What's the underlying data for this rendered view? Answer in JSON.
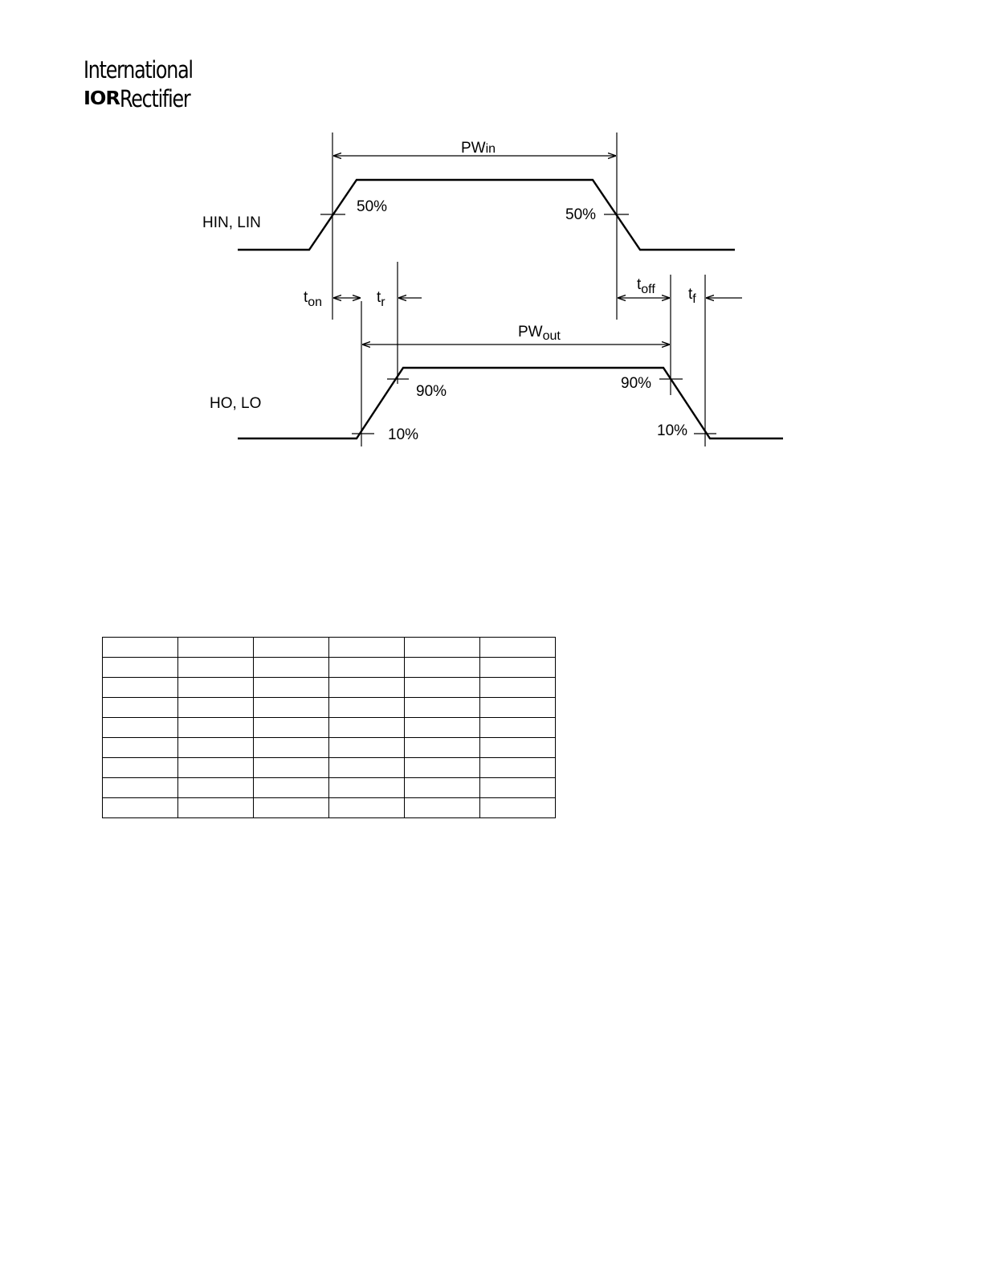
{
  "logo": {
    "line1": "International",
    "mark": "IOR",
    "line2": "Rectifier"
  },
  "diagram": {
    "input_signal": "HIN, LIN",
    "output_signal": "HO, LO",
    "pw_in": {
      "main": "PW",
      "sub": "in"
    },
    "pw_out": {
      "main": "PW",
      "sub": "out"
    },
    "t_on": {
      "main": "t",
      "sub": "on"
    },
    "t_r": {
      "main": "t",
      "sub": "r"
    },
    "t_off": {
      "main": "t",
      "sub": "off"
    },
    "t_f": {
      "main": "t",
      "sub": "f"
    },
    "pct_50_rise": "50%",
    "pct_50_fall": "50%",
    "pct_90_rise": "90%",
    "pct_90_fall": "90%",
    "pct_10_rise": "10%",
    "pct_10_fall": "10%"
  },
  "table": {
    "rows": 9,
    "cols": 6
  }
}
